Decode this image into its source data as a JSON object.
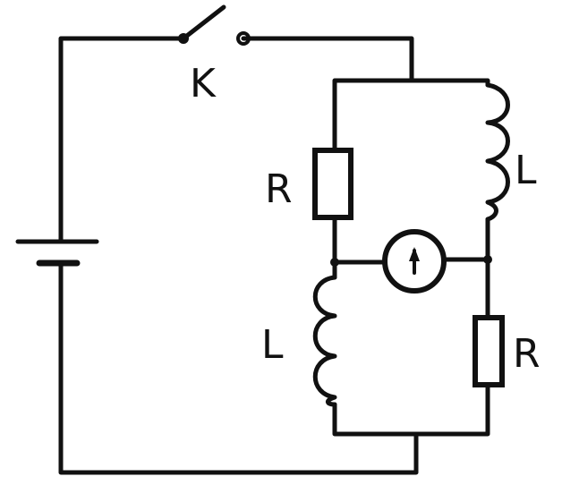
{
  "labels": {
    "switch": "K",
    "resistor_top": "R",
    "resistor_bottom": "R",
    "inductor_top": "L",
    "inductor_bottom": "L"
  },
  "components": {
    "battery": "battery-icon",
    "switch": "switch-icon",
    "galvanometer": "galvanometer-icon",
    "resistor": "resistor-icon",
    "inductor": "inductor-icon"
  },
  "colors": {
    "ink": "#111111",
    "paper": "#ffffff"
  }
}
